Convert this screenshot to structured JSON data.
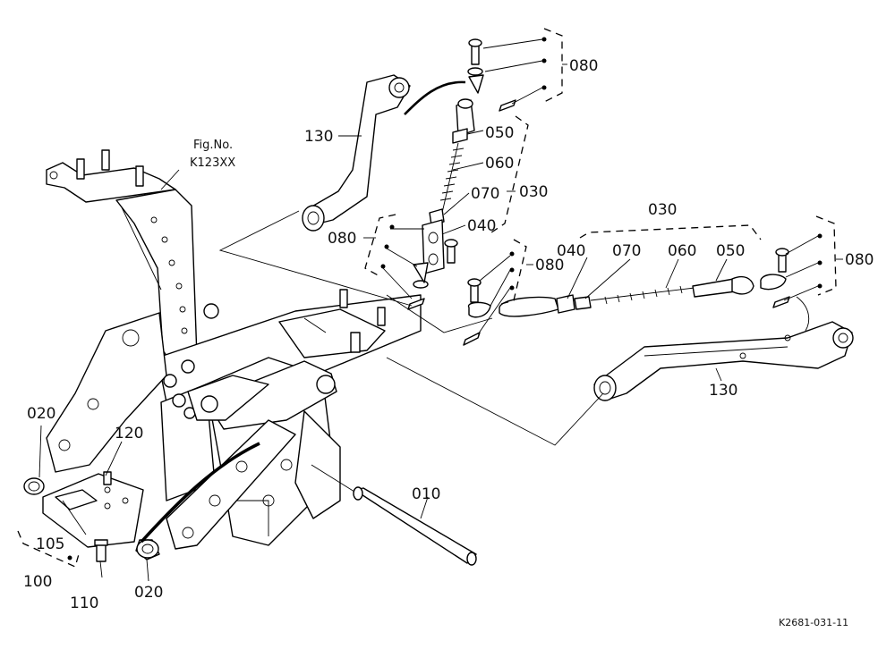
{
  "figure": {
    "fig_no_label": "Fig.No.",
    "fig_no_value": "K123XX",
    "drawing_code": "K2681-031-11"
  },
  "callouts": {
    "c010": "010",
    "c020_top": "020",
    "c020_bottom": "020",
    "c030_upper": "030",
    "c030_right": "030",
    "c040_upper": "040",
    "c040_right": "040",
    "c050_upper": "050",
    "c050_right": "050",
    "c060_upper": "060",
    "c060_right": "060",
    "c070_upper": "070",
    "c070_right": "070",
    "c080_top": "080",
    "c080_left": "080",
    "c080_mid": "080",
    "c080_right": "080",
    "c100": "100",
    "c105": "105",
    "c110": "110",
    "c120": "120",
    "c130_upper": "130",
    "c130_lower": "130"
  }
}
